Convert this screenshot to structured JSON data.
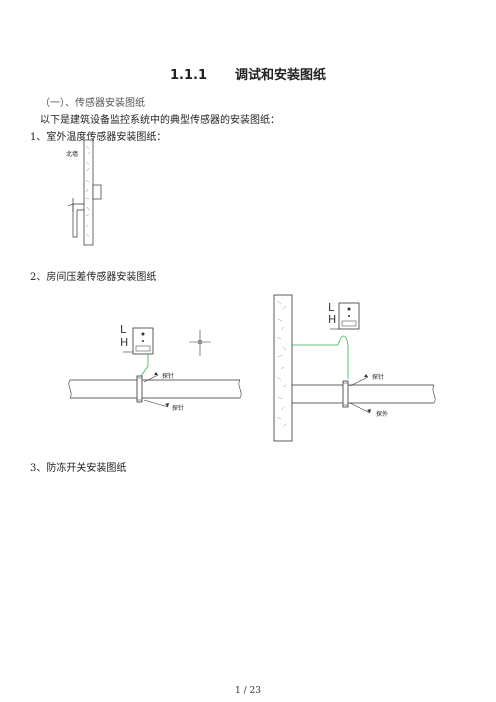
{
  "section": {
    "number": "1.1.1",
    "title": "调试和安装图纸"
  },
  "subheading": "（一）、传感器安装图纸",
  "intro": "以下是建筑设备监控系统中的典型传感器的安装图纸：",
  "items": {
    "item1": "1、室外温度传感器安装图纸：",
    "item2": "2、房间压差传感器安装图纸",
    "item3": "3、防冻开关安装图纸"
  },
  "diagram1": {
    "label": "北墙"
  },
  "diagram2": {
    "L": "L",
    "H": "H",
    "probe": "探针",
    "probe_outer": "探针",
    "outside": "探外"
  },
  "footer": {
    "page": "1 / 23"
  }
}
